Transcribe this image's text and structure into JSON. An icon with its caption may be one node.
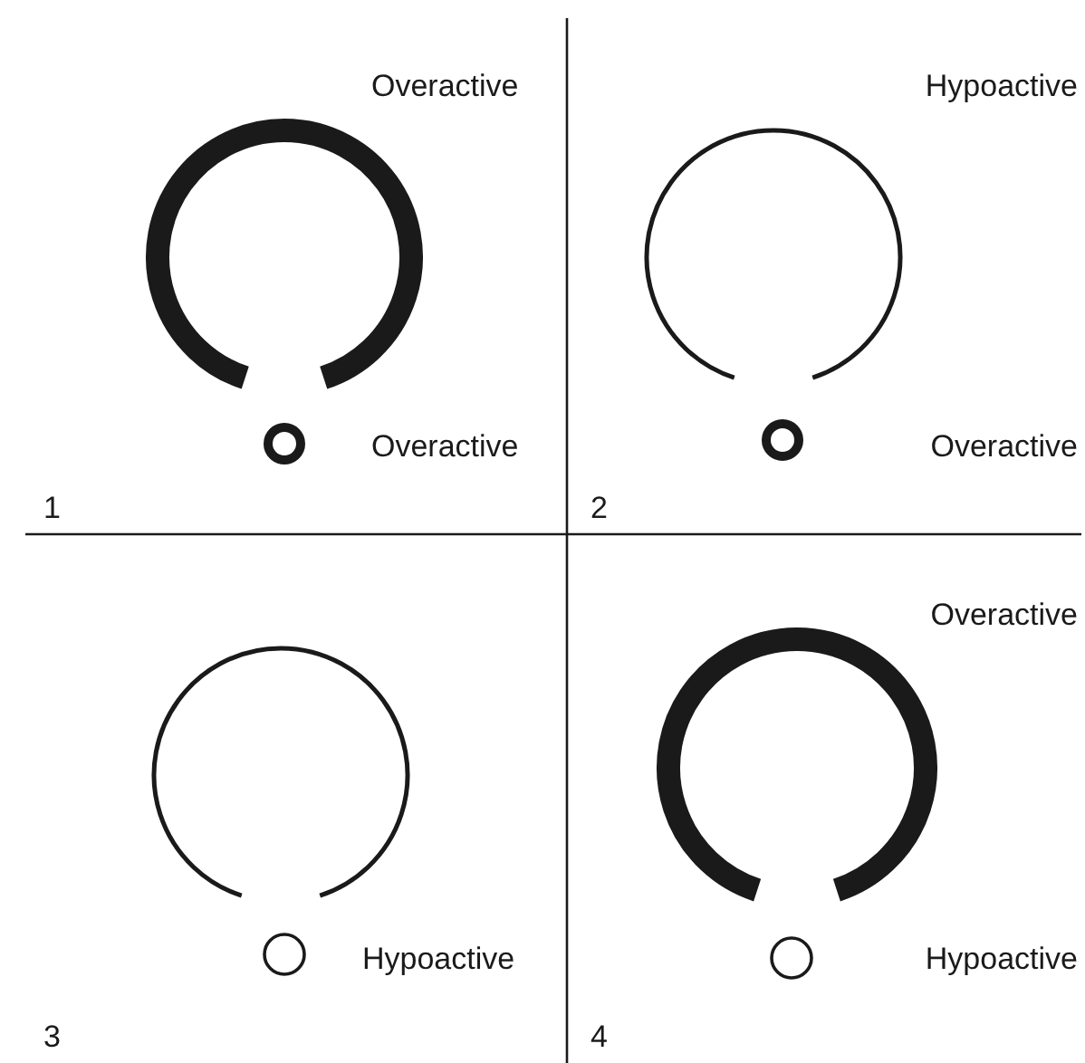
{
  "diagram": {
    "labels": [
      "Overactive",
      "Overactive",
      "1",
      "Hypoactive",
      "Overactive",
      "2",
      "Hypoactive",
      "3",
      "Overactive",
      "Hypoactive",
      "4"
    ]
  }
}
